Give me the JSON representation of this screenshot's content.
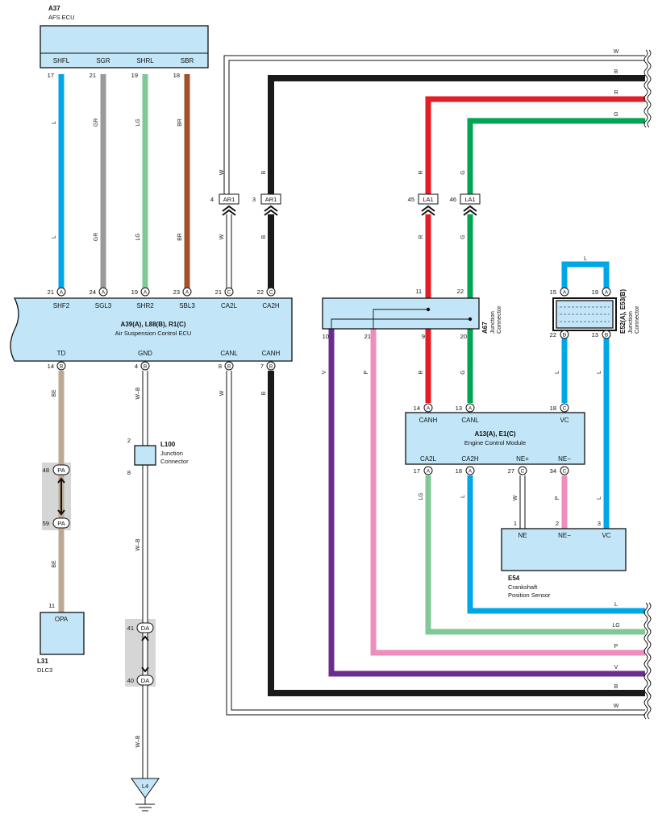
{
  "wire_colors": {
    "L": "#00a7e7",
    "GR": "#9a9a9a",
    "LG": "#82c896",
    "BR": "#a0522d",
    "B": "#1a1a1a",
    "W": "#ffffff",
    "R": "#e21d25",
    "G": "#00a651",
    "P": "#ef8ebd",
    "V": "#6b2c91",
    "BE": "#bda993",
    "W-B": "#ffffff",
    "box_fill": "#c2e6f7"
  },
  "components": {
    "afs_ecu": {
      "code": "A37",
      "name": "AFS ECU",
      "pins": [
        {
          "num": "17",
          "label": "SHFL"
        },
        {
          "num": "21",
          "label": "SGR"
        },
        {
          "num": "19",
          "label": "SHRL"
        },
        {
          "num": "18",
          "label": "SBR"
        }
      ]
    },
    "air_susp_ecu": {
      "code": "A39(A), L88(B), R1(C)",
      "name": "Air Suspension Control ECU",
      "top_pins": [
        {
          "num": "21",
          "conn": "A",
          "label": "SHF2"
        },
        {
          "num": "24",
          "conn": "A",
          "label": "SGL3"
        },
        {
          "num": "19",
          "conn": "A",
          "label": "SHR2"
        },
        {
          "num": "23",
          "conn": "A",
          "label": "SBL3"
        },
        {
          "num": "21",
          "conn": "C",
          "label": "CA2L"
        },
        {
          "num": "22",
          "conn": "C",
          "label": "CA2H"
        }
      ],
      "bottom_pins": [
        {
          "num": "14",
          "conn": "B",
          "label": "TD"
        },
        {
          "num": "4",
          "conn": "B",
          "label": "GND"
        },
        {
          "num": "8",
          "conn": "B",
          "label": "CANL"
        },
        {
          "num": "7",
          "conn": "B",
          "label": "CANH"
        }
      ]
    },
    "a67": {
      "code": "A67",
      "name1": "Junction",
      "name2": "Connector",
      "pins_top": [
        "11",
        "22"
      ],
      "pins_bottom": [
        "10",
        "21",
        "9",
        "20"
      ]
    },
    "e52_e53": {
      "code": "E52(A), E53(B)",
      "name1": "Junction",
      "name2": "Connector",
      "pins_top": [
        {
          "num": "15",
          "conn": "A"
        },
        {
          "num": "19",
          "conn": "A"
        }
      ],
      "pins_bottom": [
        {
          "num": "22",
          "conn": "B"
        },
        {
          "num": "13",
          "conn": "B"
        }
      ]
    },
    "ecm": {
      "code": "A13(A), E1(C)",
      "name": "Engine Control Module",
      "top_pins": [
        {
          "num": "14",
          "conn": "A",
          "label": "CANH"
        },
        {
          "num": "13",
          "conn": "A",
          "label": "CANL"
        },
        {
          "num": "18",
          "conn": "C",
          "label": "VC"
        }
      ],
      "bottom_pins": [
        {
          "num": "17",
          "conn": "A",
          "label": "CA2L"
        },
        {
          "num": "18",
          "conn": "A",
          "label": "CA2H"
        },
        {
          "num": "27",
          "conn": "C",
          "label": "NE+"
        },
        {
          "num": "34",
          "conn": "C",
          "label": "NE−"
        }
      ]
    },
    "e54": {
      "code": "E54",
      "name1": "Crankshaft",
      "name2": "Position Sensor",
      "pins": [
        {
          "num": "1",
          "label": "NE"
        },
        {
          "num": "2",
          "label": "NE−"
        },
        {
          "num": "3",
          "label": "VC"
        }
      ]
    },
    "l100": {
      "code": "L100",
      "name1": "Junction",
      "name2": "Connector",
      "pin_top": "2",
      "pin_bottom": "8"
    },
    "l31": {
      "code": "L31",
      "name": "DLC3",
      "pin": "11",
      "label": "OPA"
    },
    "ground": {
      "label": "L4"
    }
  },
  "inline_connectors": {
    "ar1_4": {
      "pin": "4",
      "name": "AR1"
    },
    "ar1_3": {
      "pin": "3",
      "name": "AR1"
    },
    "la1_45": {
      "pin": "45",
      "name": "LA1"
    },
    "la1_46": {
      "pin": "46",
      "name": "LA1"
    },
    "pa_48": {
      "pin": "48",
      "name": "PA"
    },
    "pa_59": {
      "pin": "59",
      "name": "PA"
    },
    "da_41": {
      "pin": "41",
      "name": "DA"
    },
    "da_40": {
      "pin": "40",
      "name": "DA"
    }
  },
  "wire_labels": {
    "l": "L",
    "gr": "GR",
    "lg": "LG",
    "br": "BR",
    "w": "W",
    "b": "B",
    "r": "R",
    "g": "G",
    "p": "P",
    "v": "V",
    "be": "BE",
    "wb": "W–B"
  },
  "right_edge_labels_top": [
    "W",
    "B",
    "R",
    "G"
  ],
  "right_edge_labels_bottom": [
    "L",
    "LG",
    "P",
    "V",
    "B",
    "W"
  ],
  "loop_label": "L"
}
